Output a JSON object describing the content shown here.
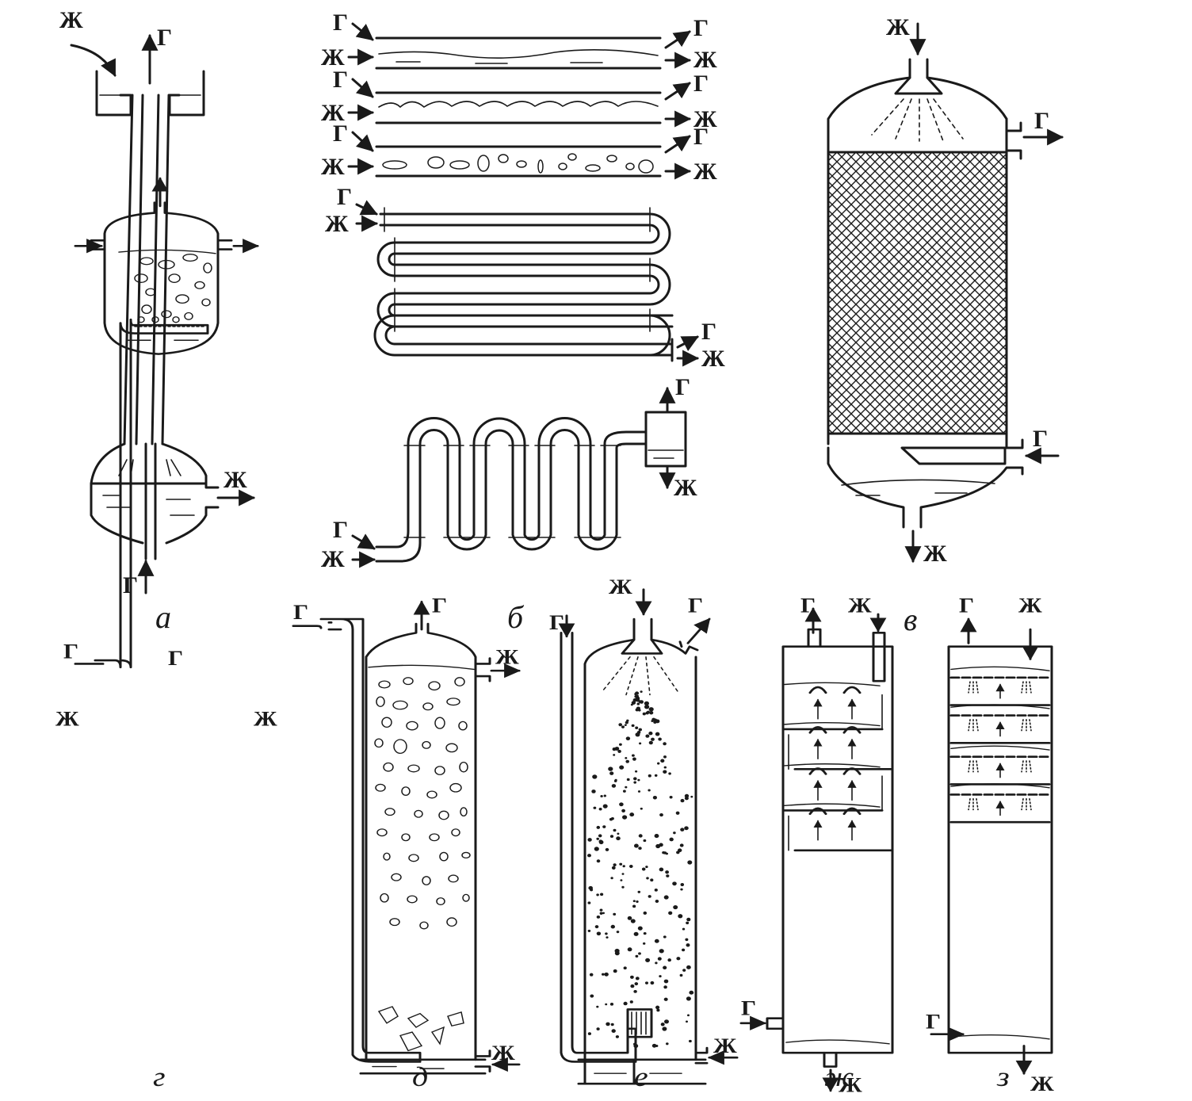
{
  "labels": {
    "gas": "Г",
    "liquid": "Ж"
  },
  "captions": [
    "а",
    "б",
    "в",
    "г",
    "д",
    "е",
    "ж",
    "з"
  ],
  "colors": {
    "ink": "#1a1a1a",
    "paper": "#ffffff"
  }
}
